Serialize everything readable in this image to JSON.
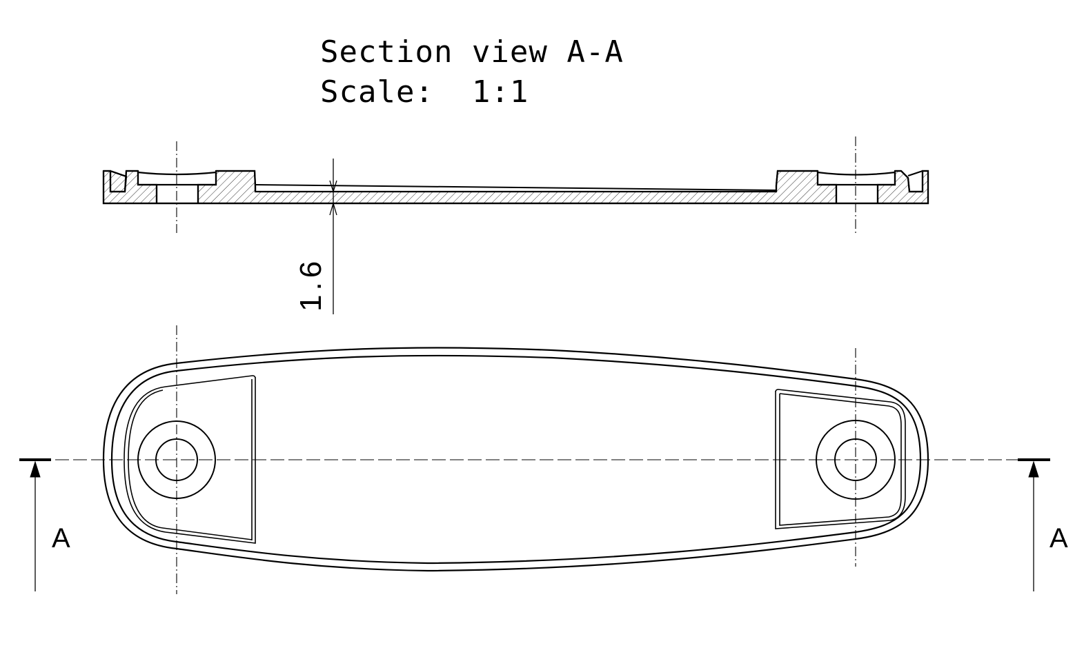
{
  "title": {
    "line1": "Section view A-A",
    "line2": "Scale:  1:1"
  },
  "dimension": {
    "thickness": "1.6"
  },
  "section_marker": {
    "left_label": "A",
    "right_label": "A"
  },
  "colors": {
    "line": "#000000",
    "background": "#ffffff"
  }
}
